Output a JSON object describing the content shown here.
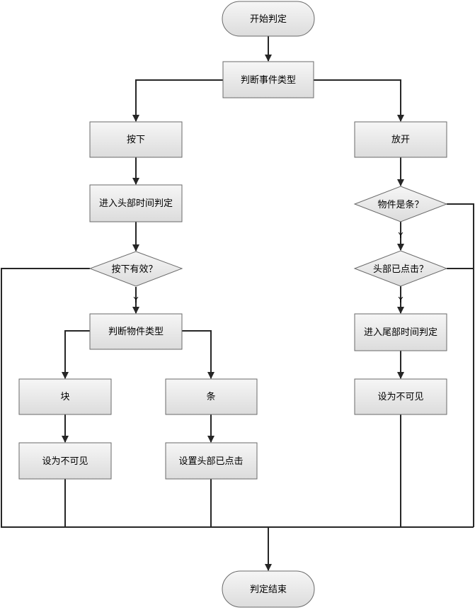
{
  "colors": {
    "node_fill_light": "#f6f6f6",
    "node_fill_dark": "#dcdcdc",
    "node_border": "#6a6a6a",
    "connector": "#262626"
  },
  "nodes": {
    "start": "开始判定",
    "judge_event_type": "判断事件类型",
    "press": "按下",
    "release": "放开",
    "enter_head_timing": "进入头部时间判定",
    "is_strip": "物件是条？",
    "press_valid": "按下有效？",
    "head_clicked": "头部已点击？",
    "judge_object_type": "判断物件类型",
    "enter_tail_timing": "进入尾部时间判定",
    "block": "块",
    "strip": "条",
    "set_invisible_left": "设为不可见",
    "set_head_clicked": "设置头部已点击",
    "set_invisible_right": "设为不可见",
    "end": "判定结束"
  },
  "edge_labels": {
    "press_valid_yes": "Y",
    "is_strip_yes": "Y",
    "head_clicked_yes": "Y"
  }
}
